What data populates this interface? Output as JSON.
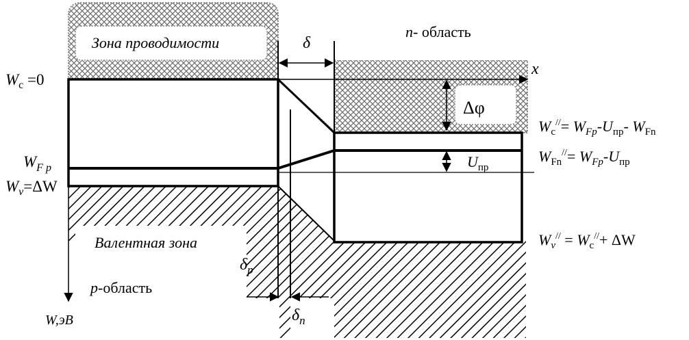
{
  "diagram": {
    "regions": {
      "conduction_band": "Зона проводимости",
      "valence_band": "Валентная зона",
      "n_region_letter": "n",
      "n_region_suffix": "- область",
      "p_region_letter": "p",
      "p_region_suffix": "-область"
    },
    "axes": {
      "x_label": "x",
      "y_label": "W,эВ"
    },
    "widths": {
      "delta": "δ",
      "delta_p_main": "δ",
      "delta_p_sub": "p",
      "delta_n_main": "δ",
      "delta_n_sub": "n"
    },
    "left_labels": {
      "wc_W": "W",
      "wc_sub": "c",
      "wc_rest": " =0",
      "wfp_W": "W",
      "wfp_sub": "F p",
      "wv_W": "W",
      "wv_sub": "v",
      "wv_rest": "=ΔW"
    },
    "middle_labels": {
      "delta_phi": "Δφ",
      "u_main": "U",
      "u_sub": "пр"
    },
    "right_labels": {
      "wc2": {
        "W": "W",
        "sub": "c",
        "sup": "//",
        "eq": "= ",
        "W2": "W",
        "sub2": "Fp",
        "minus1": "-",
        "U": "U",
        "subU": "пр",
        "minus2": "- ",
        "W3": "W",
        "sub3": "Fn"
      },
      "wfn2": {
        "W": "W",
        "sub": "Fn",
        "sup": "//",
        "eq": "= ",
        "W2": "W",
        "sub2": "Fp",
        "minus": "-",
        "U": "U",
        "subU": "пр"
      },
      "wv2": {
        "W": "W",
        "sub": "v",
        "sup": "//",
        "eq": " = ",
        "W2": "W",
        "sub2": "c",
        "sup2": "//",
        "plus": "+ ΔW"
      }
    }
  }
}
